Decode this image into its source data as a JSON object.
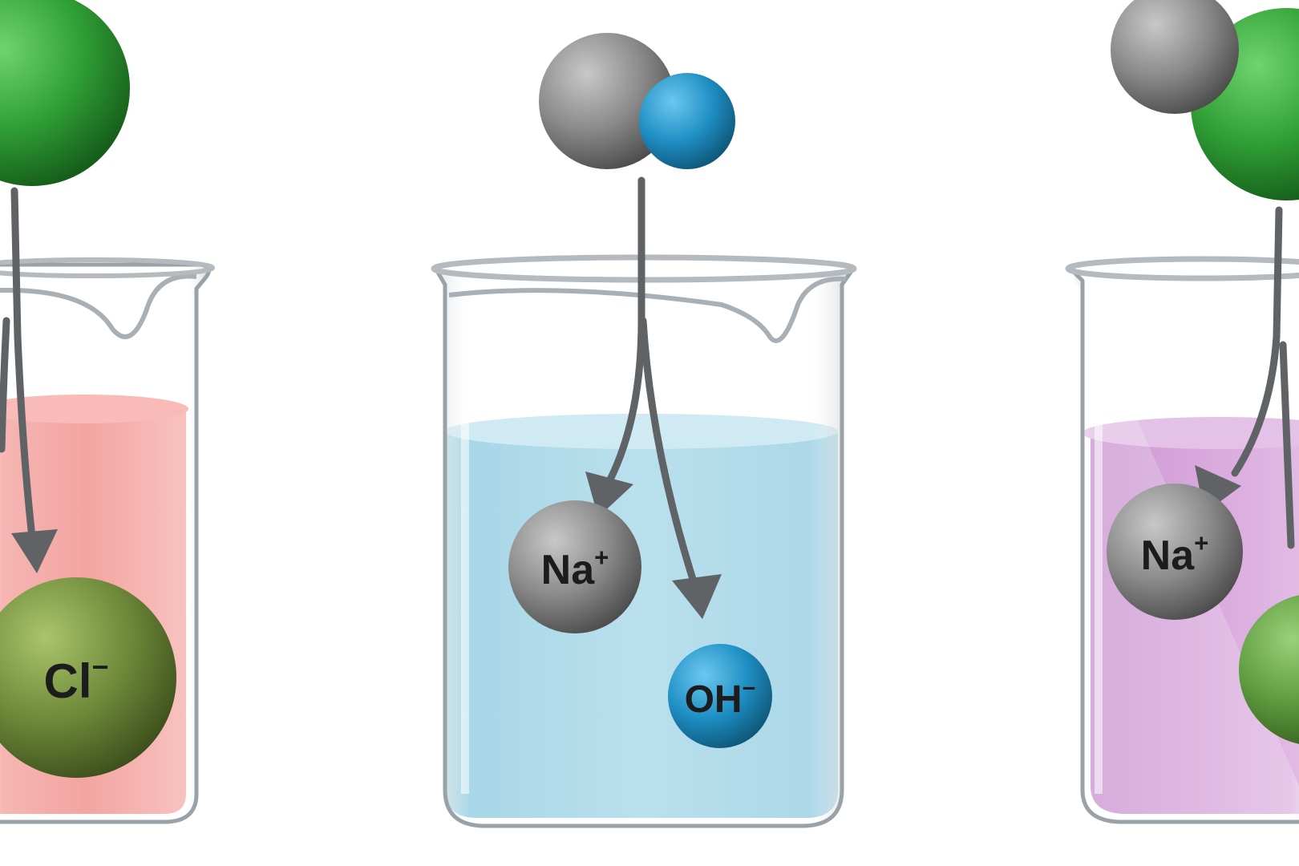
{
  "colors": {
    "background": "#ffffff",
    "acid_liquid": "#f08e8a",
    "base_liquid": "#a9d8e8",
    "salt_liquid": "#d8a8dc",
    "chlorine_green": "#2f9e35",
    "sodium_gray": "#8a8a8a",
    "oxygen_blue": "#1f8fc4",
    "arrow_gray": "#5f6366"
  },
  "icons": {
    "beaker": "beaker-icon",
    "arrow": "dissociation-arrow-icon",
    "atom": "atom-sphere-icon"
  },
  "beakers": [
    {
      "liquid": "acid",
      "ions": [
        {
          "base": "Cl",
          "sup": "−"
        }
      ]
    },
    {
      "liquid": "base",
      "ions": [
        {
          "base": "Na",
          "sup": "+"
        },
        {
          "base": "OH",
          "sup": "−"
        }
      ]
    },
    {
      "liquid": "salt",
      "ions": [
        {
          "base": "Na",
          "sup": "+"
        }
      ]
    }
  ]
}
